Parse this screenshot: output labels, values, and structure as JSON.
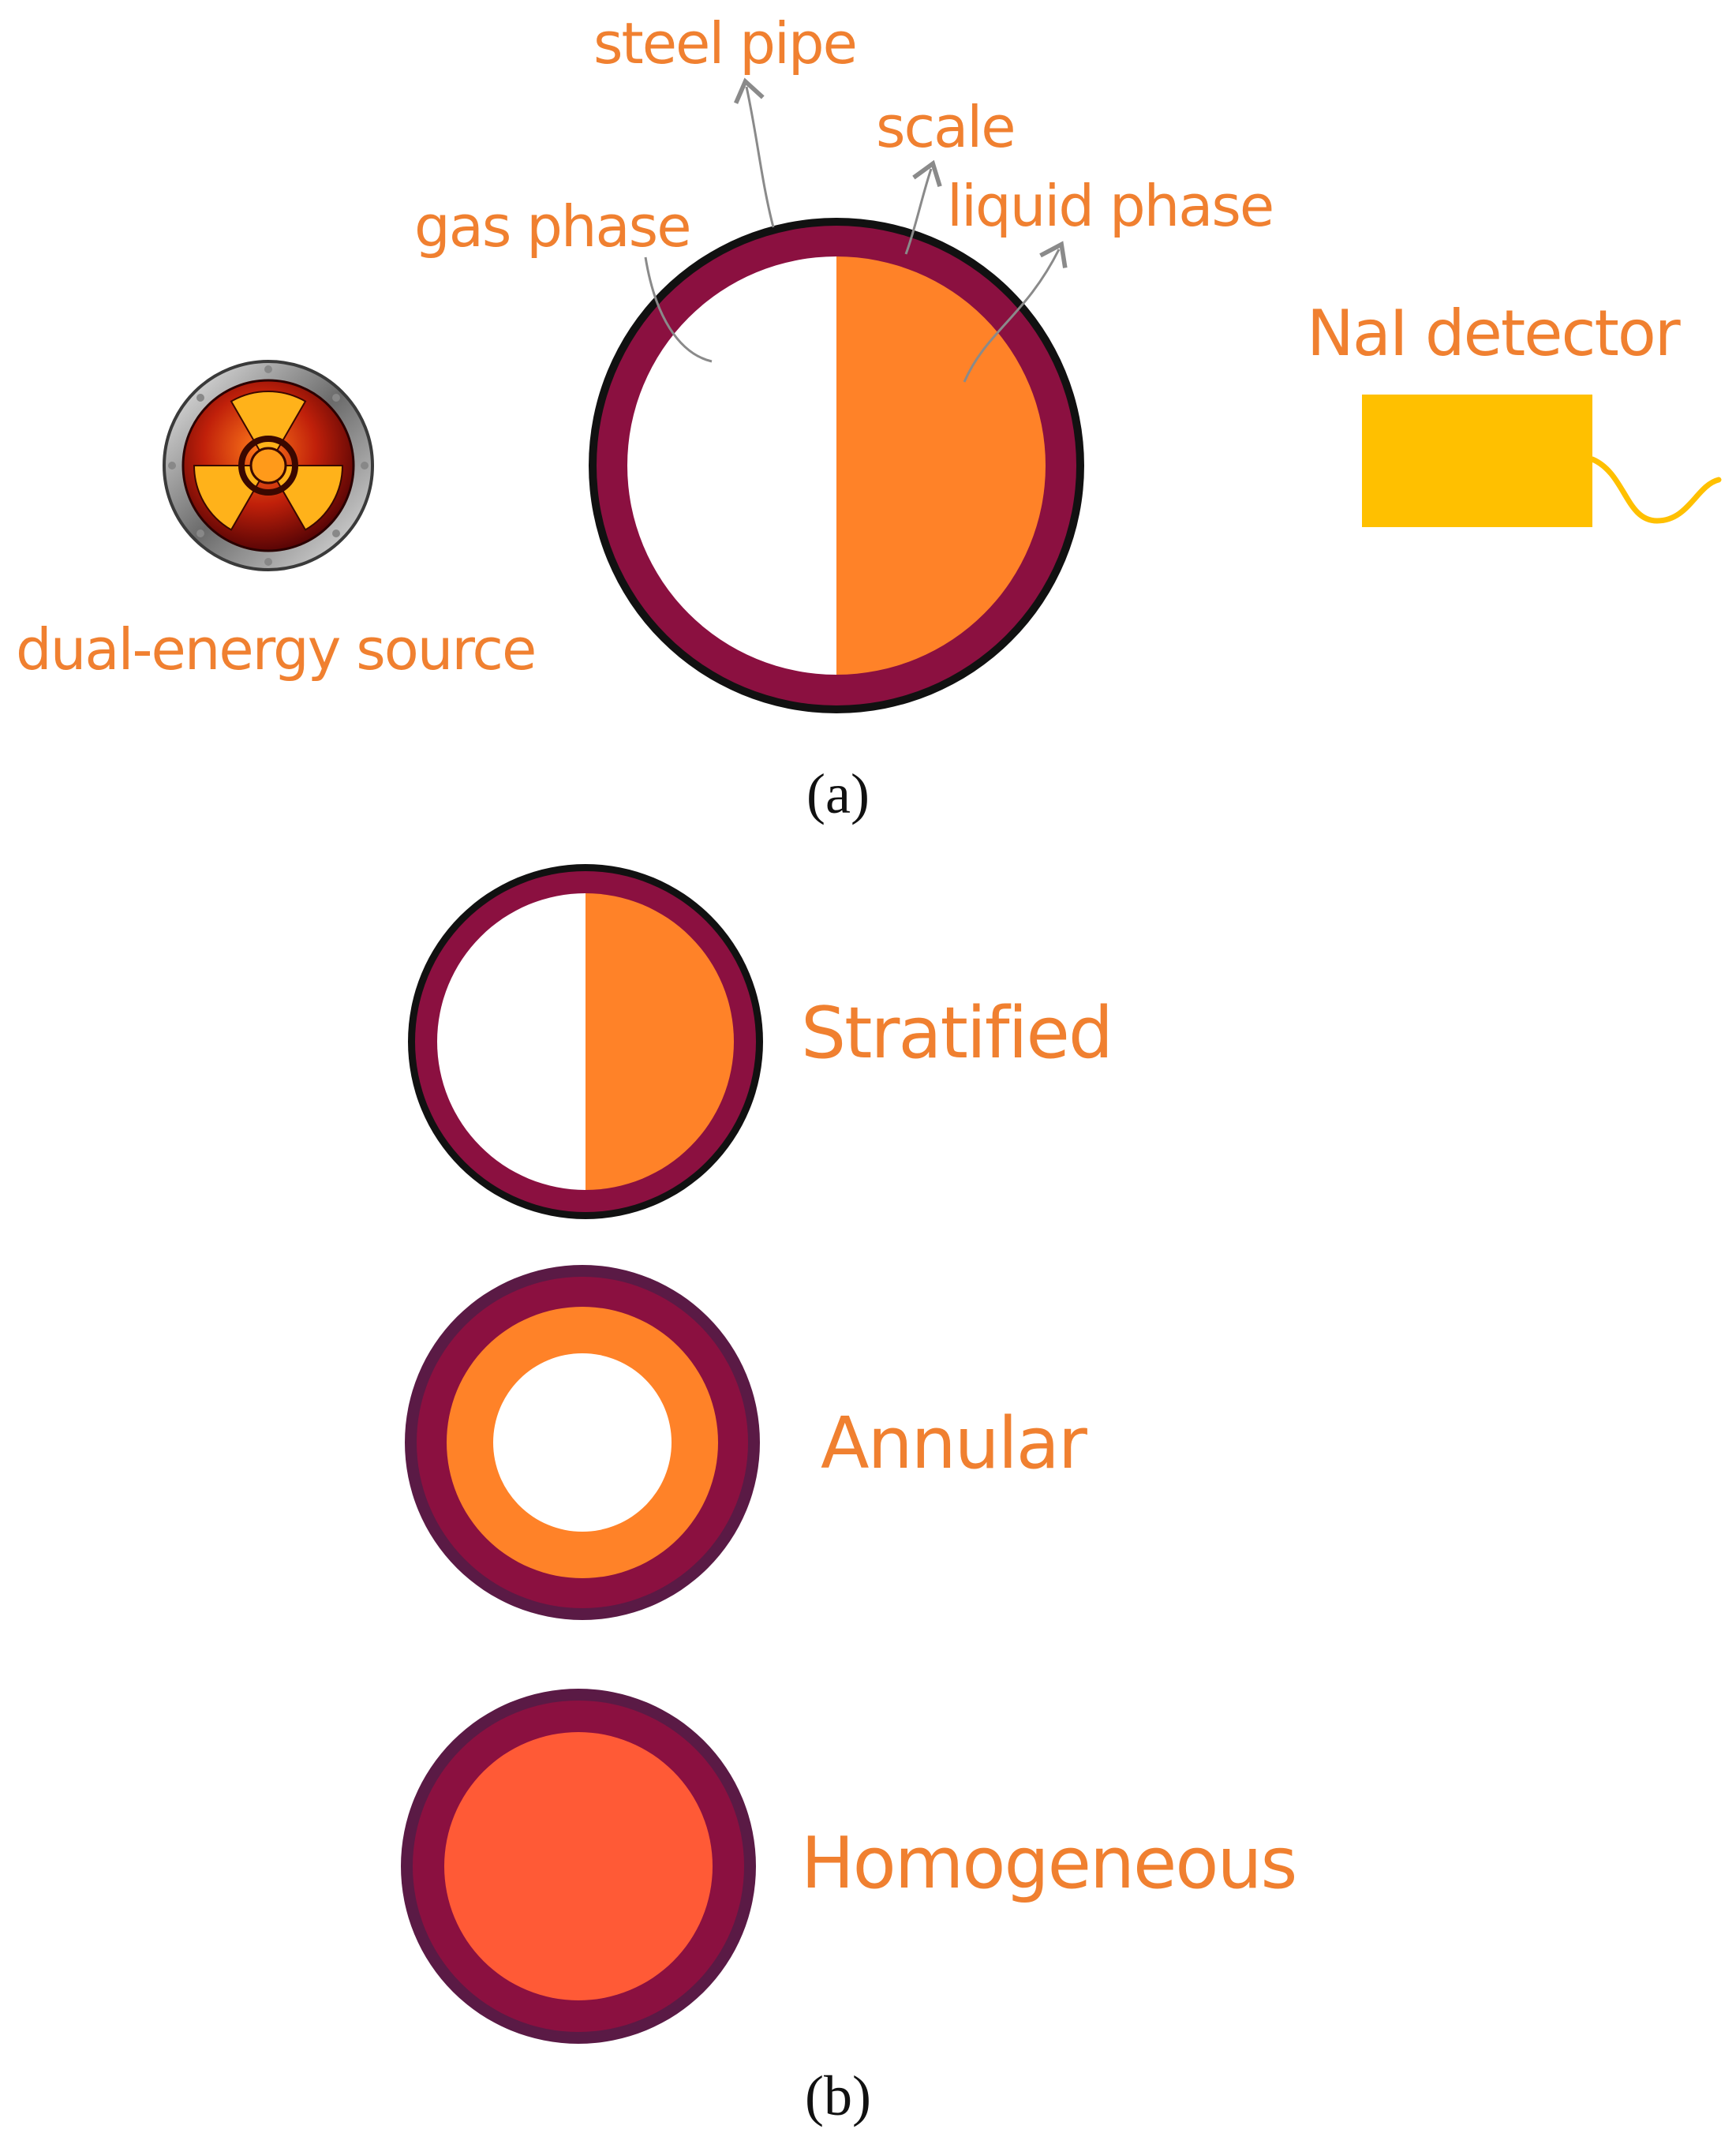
{
  "panel_a": {
    "caption": "(a)",
    "labels": {
      "steel_pipe": "steel pipe",
      "scale": "scale",
      "gas_phase": "gas phase",
      "liquid_phase": "liquid phase",
      "detector": "NaI detector",
      "source": "dual-energy source"
    }
  },
  "panel_b": {
    "caption": "(b)",
    "regimes": [
      "Stratified",
      "Annular",
      "Homogeneous"
    ]
  },
  "colors": {
    "label_orange": "#F08030",
    "pipe_wall": "#8B1040",
    "pipe_outer_dark": "#5A1A45",
    "liquid": "#FF8228",
    "homogeneous_mix": "#FF5A36",
    "detector": "#FFC000",
    "arrow_gray": "#8A8A8A"
  },
  "icons": {
    "source": "radiation-hazard-icon",
    "detector": "detector-box-icon"
  }
}
